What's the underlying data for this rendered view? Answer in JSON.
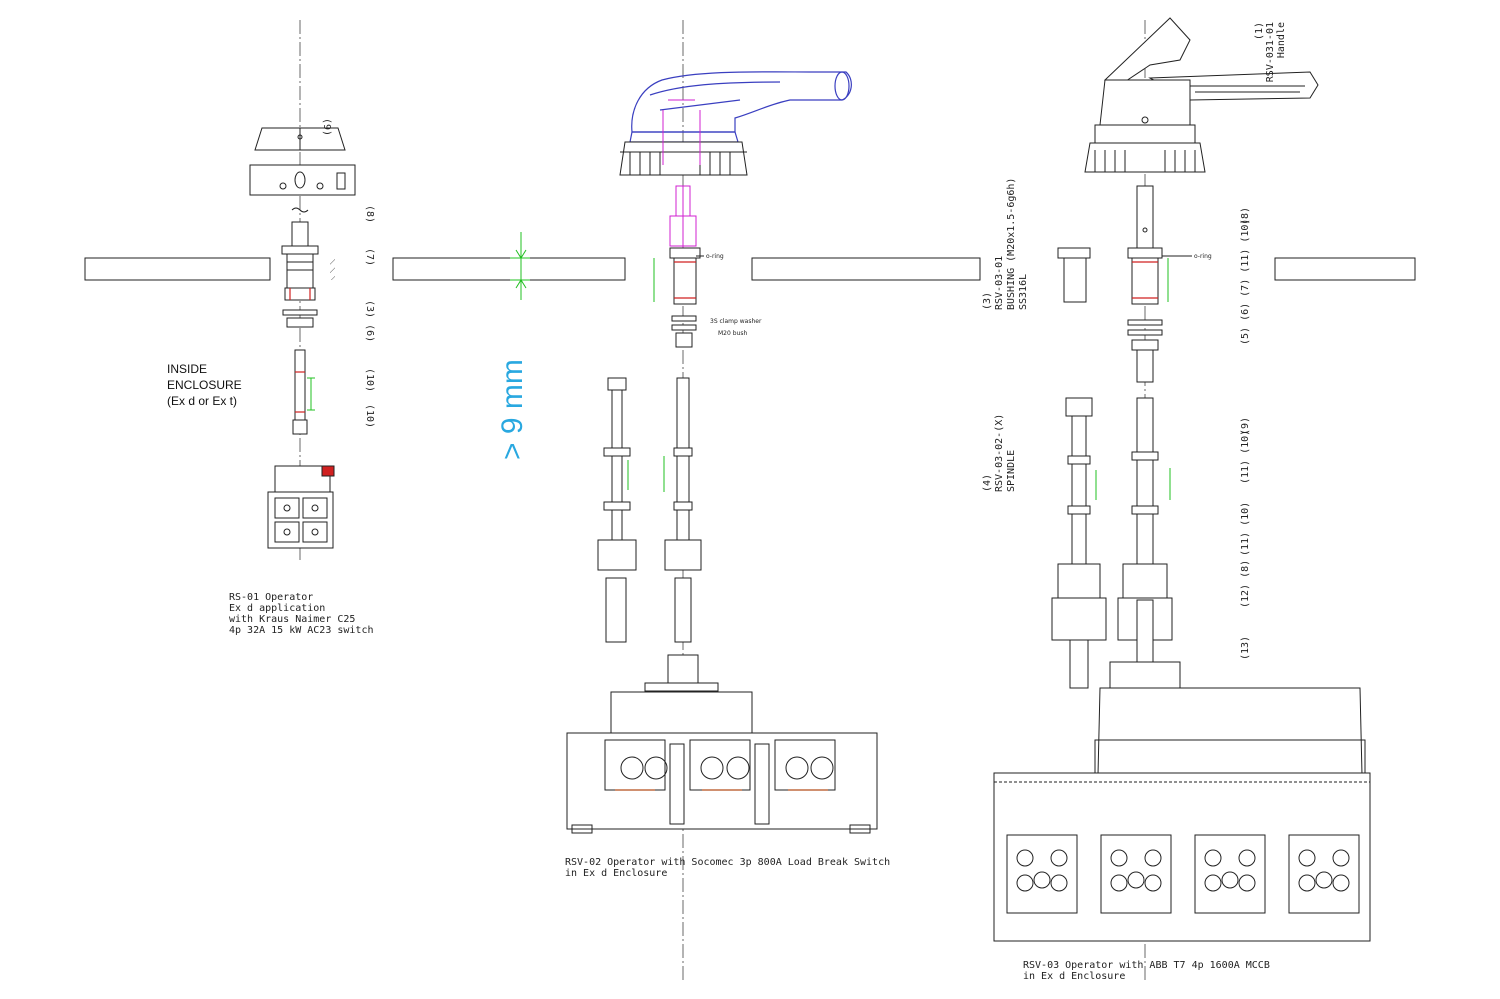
{
  "colors": {
    "dimension": "#29a8e0",
    "handle_blue": "#3a3fc0",
    "highlight_magenta": "#d020d0",
    "green_dim": "#22c022",
    "red_mark": "#d02020",
    "line": "#222222"
  },
  "left_assembly": {
    "inside_label": [
      "INSIDE",
      "ENCLOSURE",
      "(Ex d or Ex t)"
    ],
    "part_refs": [
      "(9)",
      "(8)",
      "(7)",
      "(3) (6)",
      "(10)",
      "(10)"
    ],
    "caption": [
      "RS-01 Operator",
      "Ex d application",
      "with Kraus Naimer C25",
      "4p 32A 15 kW AC23 switch"
    ]
  },
  "dimension": {
    "label": "> 9 mm"
  },
  "middle_assembly": {
    "note_right": "o-ring",
    "note_below": [
      "3S clamp washer",
      "M20 bush"
    ],
    "caption": [
      "RSV-02 Operator with Socomec 3p 800A Load Break Switch",
      "in Ex d Enclosure"
    ]
  },
  "right_assembly": {
    "handle_ref": [
      "(1)",
      "RSV-031-01",
      "Handle"
    ],
    "bushing_ref": [
      "(3)",
      "RSV-03-01",
      "BUSHING (M20x1.5-6g6h)",
      "SS316L"
    ],
    "spindle_ref": [
      "(4)",
      "RSV-03-02-(X)",
      "SPINDLE"
    ],
    "part_refs": [
      "(8)",
      "(5) (6) (7) (11) (10)",
      "(9)",
      "(11) (10)",
      "(11) (10)",
      "(12) (8)",
      "(13)"
    ],
    "note_right": "o-ring",
    "caption": [
      "RSV-03 Operator with ABB T7 4p 1600A MCCB",
      "in Ex d Enclosure"
    ]
  }
}
